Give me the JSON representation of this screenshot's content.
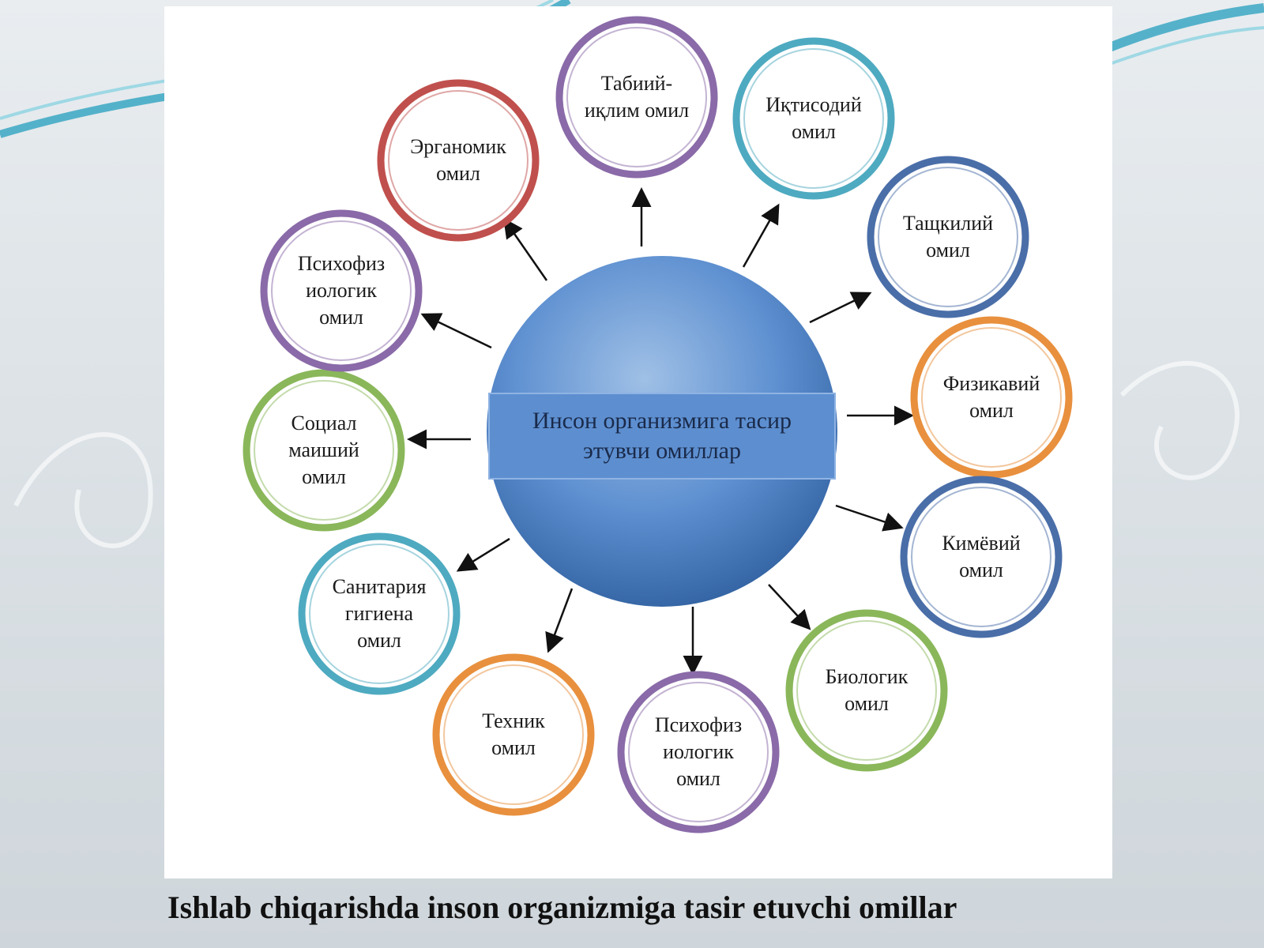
{
  "center": {
    "title": "Инсон организмига тасир\nэтувчи омиллар",
    "fill_color": "#5d8fd0",
    "box_color": "#5d8fd0"
  },
  "factors": [
    {
      "label": "Табиий-\nиқлим омил",
      "color": "#8a6aa8"
    },
    {
      "label": "Иқтисодий\nомил",
      "color": "#4eaac0"
    },
    {
      "label": "Тащкилий\nомил",
      "color": "#4a6ea8"
    },
    {
      "label": "Физикавий\nомил",
      "color": "#e8903e"
    },
    {
      "label": "Кимёвий\nомил",
      "color": "#4a6ea8"
    },
    {
      "label": "Биологик\nомил",
      "color": "#8ab75a"
    },
    {
      "label": "Психофиз\nиологик\nомил",
      "color": "#8a6aa8"
    },
    {
      "label": "Техник\nомил",
      "color": "#e8903e"
    },
    {
      "label": "Санитария\nгигиена\nомил",
      "color": "#4eaac0"
    },
    {
      "label": "Социал\nмаиший\nомил",
      "color": "#8ab75a"
    },
    {
      "label": "Психофиз\nиологик\nомил",
      "color": "#8a6aa8"
    },
    {
      "label": "Эрганомик\nомил",
      "color": "#c0504d"
    }
  ],
  "caption": "Ishlab chiqarishda inson organizmiga tasir etuvchi omillar"
}
